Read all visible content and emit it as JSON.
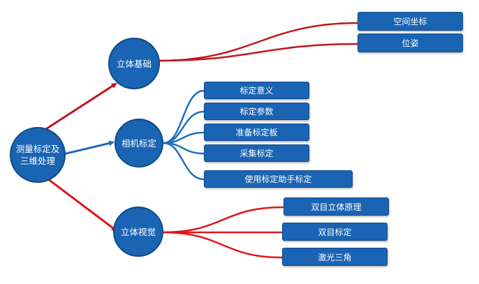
{
  "root": {
    "label": "测量标定及\n三维处理"
  },
  "branches": [
    {
      "label": "立体基础",
      "color": "#c0161b",
      "children": [
        "空间坐标",
        "位姿"
      ]
    },
    {
      "label": "相机标定",
      "color": "#1c6fc2",
      "children": [
        "标定意义",
        "标定参数",
        "准备标定板",
        "采集标定",
        "使用标定助手标定"
      ]
    },
    {
      "label": "立体视觉",
      "color": "#e0151a",
      "children": [
        "双目立体原理",
        "双目标定",
        "激光三角"
      ]
    }
  ],
  "colors": {
    "node_fill": "#1a64b3",
    "node_border": "#0d4a8a",
    "text": "#ffffff"
  }
}
